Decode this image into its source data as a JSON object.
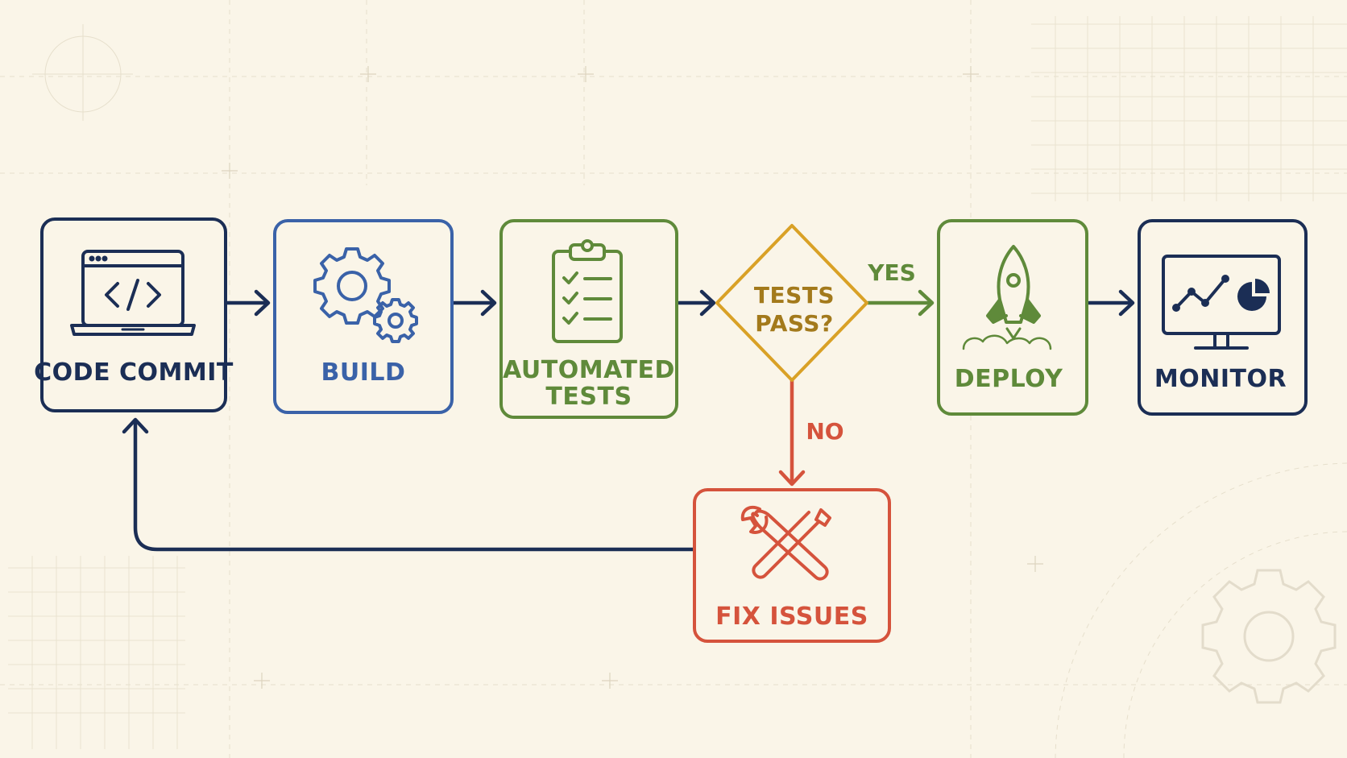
{
  "colors": {
    "background": "#faf5e8",
    "navy": "#1b2e55",
    "blue": "#3a62a8",
    "green": "#5f8a3a",
    "gold": "#d9a126",
    "gold_text": "#a37a1c",
    "red": "#d5533c"
  },
  "nodes": {
    "code_commit": {
      "label": "CODE COMMIT",
      "icon": "laptop-code-icon"
    },
    "build": {
      "label": "BUILD",
      "icon": "gears-icon"
    },
    "automated_tests": {
      "label_line1": "AUTOMATED",
      "label_line2": "TESTS",
      "icon": "checklist-clipboard-icon"
    },
    "decision": {
      "label_line1": "TESTS",
      "label_line2": "PASS?"
    },
    "deploy": {
      "label": "DEPLOY",
      "icon": "rocket-icon"
    },
    "monitor": {
      "label": "MONITOR",
      "icon": "monitor-chart-icon"
    },
    "fix_issues": {
      "label": "FIX ISSUES",
      "icon": "wrench-screwdriver-icon"
    }
  },
  "edges": {
    "yes_label": "YES",
    "no_label": "NO"
  }
}
